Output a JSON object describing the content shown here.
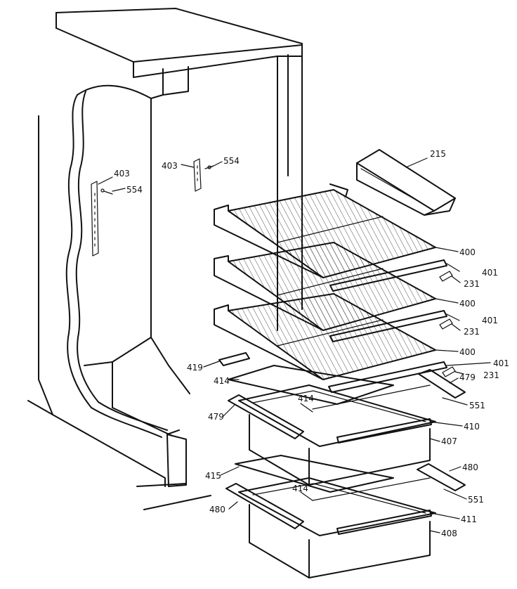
{
  "labels": {
    "l215": "215",
    "l403a": "403",
    "l554a": "554",
    "l403b": "403",
    "l554b": "554",
    "l400a": "400",
    "l401a": "401",
    "l231a": "231",
    "l400b": "400",
    "l401b": "401",
    "l231b": "231",
    "l400c": "400",
    "l401c": "401",
    "l419": "419",
    "l231c": "231",
    "l479a": "479",
    "l414a": "414",
    "l414b": "414",
    "l551a": "551",
    "l479b": "479",
    "l410": "410",
    "l407": "407",
    "l415": "415",
    "l480a": "480",
    "l414c": "414",
    "l551b": "551",
    "l480b": "480",
    "l411": "411",
    "l408": "408"
  }
}
